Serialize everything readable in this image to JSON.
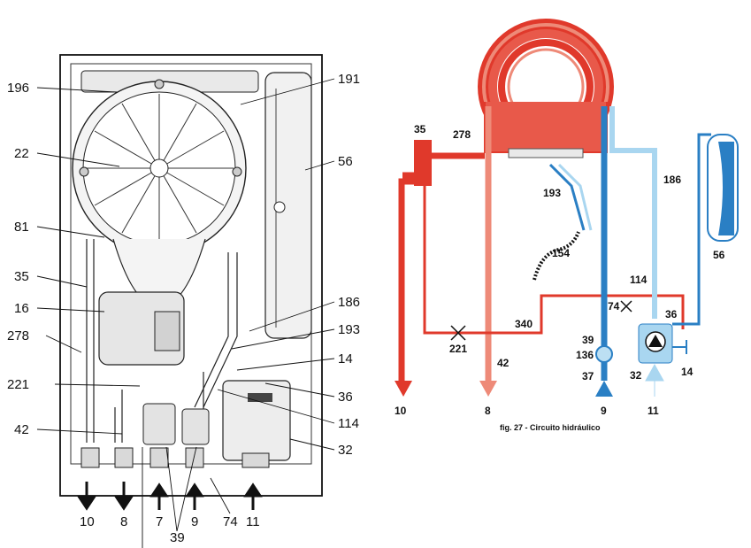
{
  "left_diagram": {
    "callouts": {
      "l196": "196",
      "l22": "22",
      "l81": "81",
      "l35": "35",
      "l16": "16",
      "l278": "278",
      "l221": "221",
      "l42": "42",
      "r191": "191",
      "r56": "56",
      "r186": "186",
      "r193": "193",
      "r14": "14",
      "r36": "36",
      "r114": "114",
      "r32": "32"
    },
    "bottom_labels": {
      "b10": "10",
      "b8": "8",
      "b7": "7",
      "b9": "9",
      "b74": "74",
      "b11": "11",
      "b39": "39"
    }
  },
  "right_diagram": {
    "labels": {
      "l35": "35",
      "l278": "278",
      "l193": "193",
      "l186": "186",
      "l154": "154",
      "l56": "56",
      "l114": "114",
      "l74": "74",
      "l36": "36",
      "l340": "340",
      "l221": "221",
      "l39": "39",
      "l136": "136",
      "l37": "37",
      "l32": "32",
      "l14": "14",
      "l42": "42",
      "b10": "10",
      "b8": "8",
      "b9": "9",
      "b11": "11"
    },
    "caption": "fig. 27 - Circuito hidráulico"
  },
  "colors": {
    "hot_red": "#e0392b",
    "coil_red": "#e8594a",
    "return_salmon": "#ee8a78",
    "cold_blue": "#2a7fc4",
    "light_blue": "#a9d6f0",
    "line_gray": "#222222"
  }
}
